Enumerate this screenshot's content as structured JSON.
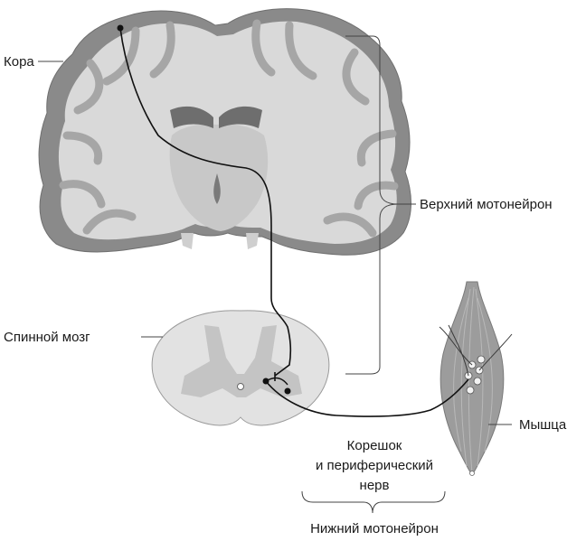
{
  "labels": {
    "cortex": "Кора",
    "upper_motor_neuron": "Верхний мотонейрон",
    "spinal_cord": "Спинной мозг",
    "muscle": "Мышца",
    "root_line1": "Корешок",
    "root_line2": "и периферический",
    "root_line3": "нерв",
    "lower_motor_neuron": "Нижний мотонейрон"
  },
  "colors": {
    "cortex_dark": "#8a8a8a",
    "white_matter": "#d9d9d9",
    "gray_matter": "#bdbdbd",
    "deep_gray": "#c8c8c8",
    "ventricle": "#6e6e6e",
    "neuron_path": "#111111",
    "bracket": "#444444",
    "muscle": "#9c9c9c"
  }
}
